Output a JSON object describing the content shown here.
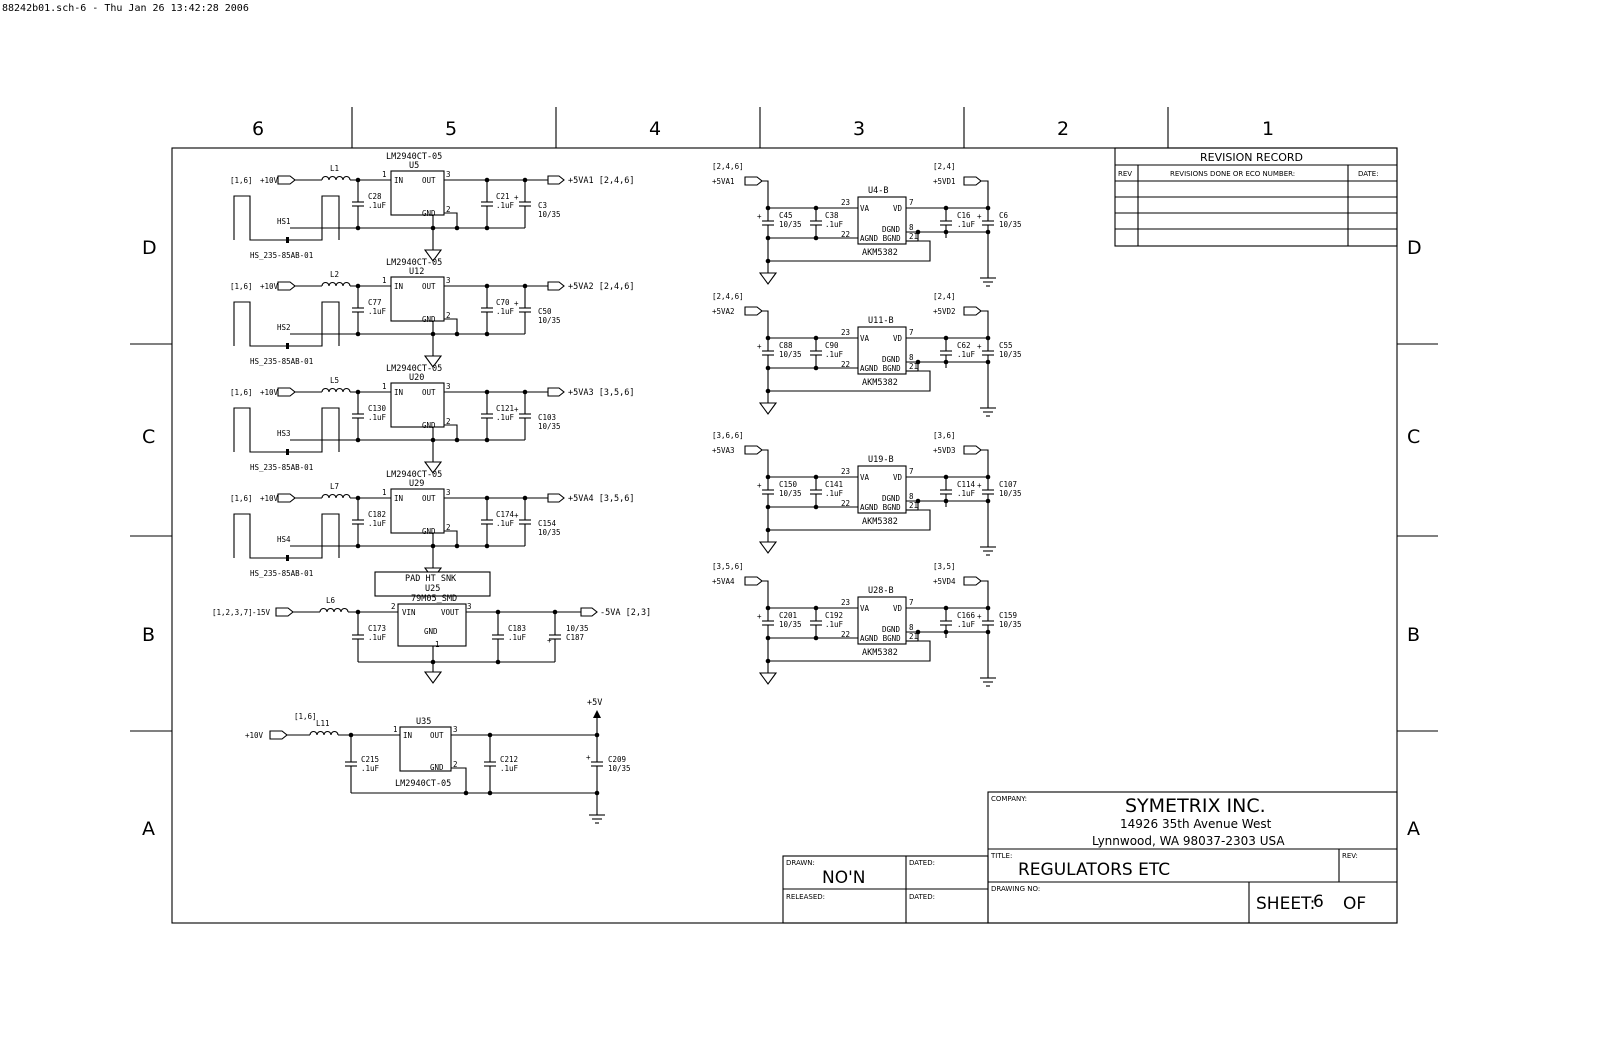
{
  "header": "88242b01.sch-6 - Thu Jan 26 13:42:28 2006",
  "zones": {
    "cols": [
      "6",
      "5",
      "4",
      "3",
      "2",
      "1"
    ],
    "rows": [
      "D",
      "C",
      "B",
      "A"
    ]
  },
  "revision_record": {
    "title": "REVISION RECORD",
    "col_rev": "REV",
    "col_desc": "REVISIONS DONE OR ECO NUMBER:",
    "col_date": "DATE:"
  },
  "title_block": {
    "company_label": "COMPANY:",
    "company": "SYMETRIX INC.",
    "address1": "14926 35th Avenue West",
    "address2": "Lynnwood, WA 98037-2303  USA",
    "title_label": "TITLE:",
    "title": "REGULATORS ETC",
    "rev_label": "REV:",
    "drawing_no_label": "DRAWING NO:",
    "sheet_label": "SHEET:",
    "sheet": "6",
    "of_label": "OF",
    "drawn_label": "DRAWN:",
    "drawn": "NO'N",
    "dated_label": "DATED:",
    "released_label": "RELEASED:",
    "dated2_label": "DATED:"
  },
  "regulators": [
    {
      "ref": "U5",
      "part": "LM2940CT-05",
      "in_net": "+10V",
      "in_refs": "[1,6]",
      "ind": "L1",
      "cin": "C28",
      "cin_v": ".1uF",
      "cout1": "C21",
      "cout1_v": ".1uF",
      "cout2": "C3",
      "cout2_v": "10/35",
      "out_net": "+5VA1",
      "out_refs": "[2,4,6]",
      "hs": "HS1",
      "hs_part": "HS_235-85AB-01"
    },
    {
      "ref": "U12",
      "part": "LM2940CT-05",
      "in_net": "+10V",
      "in_refs": "[1,6]",
      "ind": "L2",
      "cin": "C77",
      "cin_v": ".1uF",
      "cout1": "C70",
      "cout1_v": ".1uF",
      "cout2": "C50",
      "cout2_v": "10/35",
      "out_net": "+5VA2",
      "out_refs": "[2,4,6]",
      "hs": "HS2",
      "hs_part": "HS_235-85AB-01"
    },
    {
      "ref": "U20",
      "part": "LM2940CT-05",
      "in_net": "+10V",
      "in_refs": "[1,6]",
      "ind": "L5",
      "cin": "C130",
      "cin_v": ".1uF",
      "cout1": "C121",
      "cout1_v": ".1uF",
      "cout2": "C103",
      "cout2_v": "10/35",
      "out_net": "+5VA3",
      "out_refs": "[3,5,6]",
      "hs": "HS3",
      "hs_part": "HS_235-85AB-01"
    },
    {
      "ref": "U29",
      "part": "LM2940CT-05",
      "in_net": "+10V",
      "in_refs": "[1,6]",
      "ind": "L7",
      "cin": "C182",
      "cin_v": ".1uF",
      "cout1": "C174",
      "cout1_v": ".1uF",
      "cout2": "C154",
      "cout2_v": "10/35",
      "out_net": "+5VA4",
      "out_refs": "[3,5,6]",
      "hs": "HS4",
      "hs_part": "HS_235-85AB-01"
    }
  ],
  "neg_reg": {
    "pad": "PAD HT SNK",
    "ref": "U25",
    "part": "79M05_SMD",
    "in_net": "-15V",
    "in_refs": "[1,2,3,7]",
    "ind": "L6",
    "cin": "C173",
    "cin_v": ".1uF",
    "cout1": "C183",
    "cout1_v": ".1uF",
    "cout2": "C187",
    "cout2_v": "10/35",
    "out_net": "-5VA",
    "out_refs": "[2,3]",
    "pin_vin": "VIN",
    "pin_vout": "VOUT",
    "pin_gnd": "GND"
  },
  "reg_5v": {
    "ref": "U35",
    "part": "LM2940CT-05",
    "in_net": "+10V",
    "in_refs": "[1,6]",
    "ind": "L11",
    "cin": "C215",
    "cin_v": ".1uF",
    "cout1": "C212",
    "cout1_v": ".1uF",
    "cout2": "C209",
    "cout2_v": "10/35",
    "out_net": "+5V"
  },
  "pins": {
    "in": "IN",
    "out": "OUT",
    "gnd": "GND",
    "va": "VA",
    "vd": "VD",
    "dgnd": "DGND",
    "agnd": "AGND BGND"
  },
  "adcs": [
    {
      "ref": "U4-B",
      "part": "AKM5382",
      "va_net": "+5VA1",
      "va_refs": "[2,4,6]",
      "vd_net": "+5VD1",
      "vd_refs": "[2,4]",
      "c1": "C45",
      "c1_v": "10/35",
      "c2": "C38",
      "c2_v": ".1uF",
      "c3": "C16",
      "c3_v": ".1uF",
      "c4": "C6",
      "c4_v": "10/35"
    },
    {
      "ref": "U11-B",
      "part": "AKM5382",
      "va_net": "+5VA2",
      "va_refs": "[2,4,6]",
      "vd_net": "+5VD2",
      "vd_refs": "[2,4]",
      "c1": "C88",
      "c1_v": "10/35",
      "c2": "C90",
      "c2_v": ".1uF",
      "c3": "C62",
      "c3_v": ".1uF",
      "c4": "C55",
      "c4_v": "10/35"
    },
    {
      "ref": "U19-B",
      "part": "AKM5382",
      "va_net": "+5VA3",
      "va_refs": "[3,6,6]",
      "vd_net": "+5VD3",
      "vd_refs": "[3,6]",
      "c1": "C150",
      "c1_v": "10/35",
      "c2": "C141",
      "c2_v": ".1uF",
      "c3": "C114",
      "c3_v": ".1uF",
      "c4": "C107",
      "c4_v": "10/35"
    },
    {
      "ref": "U28-B",
      "part": "AKM5382",
      "va_net": "+5VA4",
      "va_refs": "[3,5,6]",
      "vd_net": "+5VD4",
      "vd_refs": "[3,5]",
      "c1": "C201",
      "c1_v": "10/35",
      "c2": "C192",
      "c2_v": ".1uF",
      "c3": "C166",
      "c3_v": ".1uF",
      "c4": "C159",
      "c4_v": "10/35"
    }
  ],
  "pin_numbers": {
    "p1": "1",
    "p2": "2",
    "p3": "3",
    "p7": "7",
    "p8": "8",
    "p21": "21",
    "p22": "22",
    "p23": "23"
  }
}
